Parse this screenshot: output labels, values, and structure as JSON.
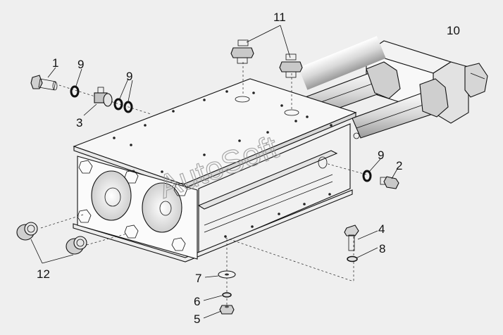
{
  "watermark": "AutoSoft",
  "callouts": [
    {
      "id": "c1",
      "num": "1"
    },
    {
      "id": "c2",
      "num": "2"
    },
    {
      "id": "c3",
      "num": "3"
    },
    {
      "id": "c4",
      "num": "4"
    },
    {
      "id": "c5",
      "num": "5"
    },
    {
      "id": "c6",
      "num": "6"
    },
    {
      "id": "c7",
      "num": "7"
    },
    {
      "id": "c8",
      "num": "8"
    },
    {
      "id": "c9a",
      "num": "9"
    },
    {
      "id": "c9b",
      "num": "9"
    },
    {
      "id": "c9c",
      "num": "9"
    },
    {
      "id": "c10",
      "num": "10"
    },
    {
      "id": "c11",
      "num": "11"
    },
    {
      "id": "c12",
      "num": "12"
    }
  ],
  "colors": {
    "background": "#efefef",
    "line": "#111111",
    "fill_light": "#f6f6f6",
    "fill_mid": "#dcdcdc",
    "fill_dark": "#bdbdbd"
  }
}
